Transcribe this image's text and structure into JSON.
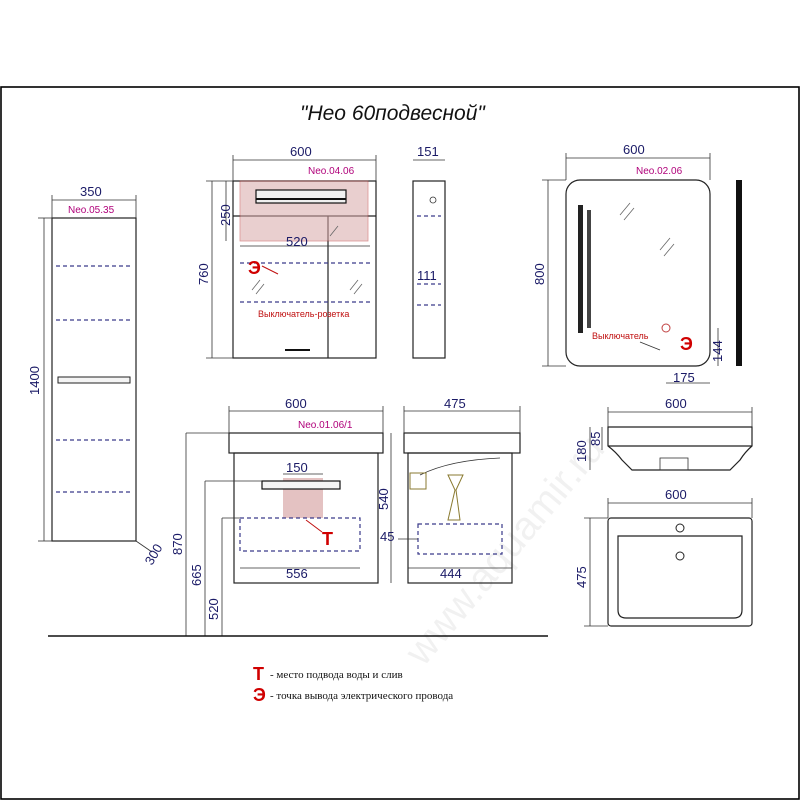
{
  "title": "\"Нео 60подвесной\"",
  "watermark": "www.aquamir.ru",
  "column": {
    "code": "Neo.05.35",
    "width": "350",
    "height": "1400",
    "depth": "300"
  },
  "mirror_cabinet": {
    "code": "Neo.04.06",
    "width": "600",
    "height": "760",
    "light_height": "250",
    "inner_width": "520",
    "side_depth": "151",
    "shelf": "111",
    "mark": "Э",
    "socket_label": "Выключатель-розетка"
  },
  "mirror": {
    "code": "Neo.02.06",
    "width": "600",
    "height": "800",
    "switch_offset": "175",
    "switch_height": "144",
    "mark": "Э",
    "switch_label": "Выключатель"
  },
  "base_unit": {
    "code": "Neo.01.06/1",
    "width": "600",
    "depth": "475",
    "height": "540",
    "drawer_offset": "150",
    "inner_width": "556",
    "total_height": "870",
    "h1": "665",
    "h2": "520",
    "plinth": "45",
    "inner_depth": "444",
    "mark": "T"
  },
  "sink": {
    "width_side": "600",
    "height": "180",
    "bowl_depth": "85",
    "width_top": "600",
    "depth_top": "475"
  },
  "legend": {
    "t_symbol": "T",
    "t_text": "- место подвода воды и слив",
    "e_symbol": "Э",
    "e_text": "- точка вывода электрического провода"
  },
  "colors": {
    "frame": "#000000",
    "dimension": "#1a1a66",
    "code": "#b0007a",
    "mark": "#d00000",
    "highlight": "#d8a8a8"
  }
}
